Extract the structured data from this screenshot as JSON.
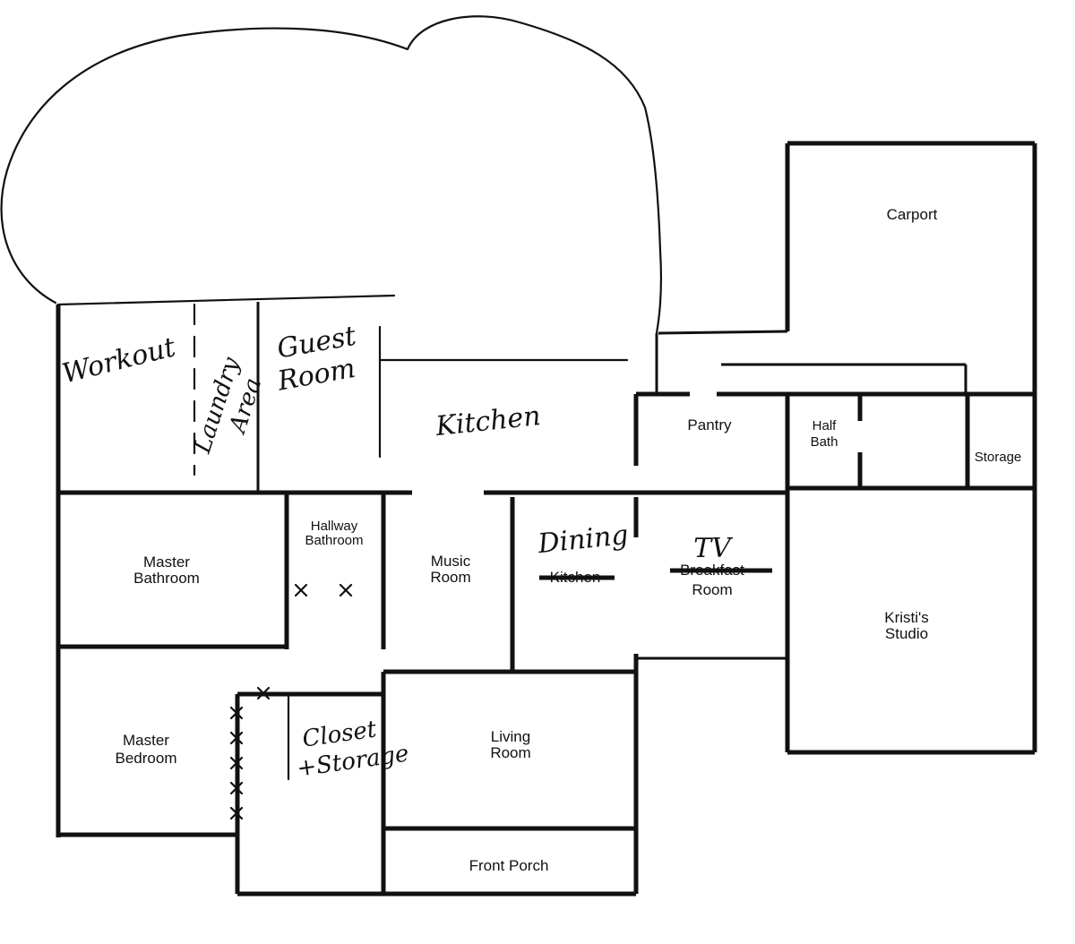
{
  "printed_labels": {
    "carport": "Carport",
    "pantry": "Pantry",
    "half_bath_line1": "Half",
    "half_bath_line2": "Bath",
    "storage": "Storage",
    "hallway_bath_line1": "Hallway",
    "hallway_bath_line2": "Bathroom",
    "music_line1": "Music",
    "music_line2": "Room",
    "kitchen_struck": "Kitchen",
    "breakfast_struck": "Breakfast",
    "tv_room_suffix": "Room",
    "master_bath_line1": "Master",
    "master_bath_line2": "Bathroom",
    "studio_line1": "Kristi's",
    "studio_line2": "Studio",
    "master_bed_line1": "Master",
    "master_bed_line2": "Bedroom",
    "living_line1": "Living",
    "living_line2": "Room",
    "front_porch": "Front Porch"
  },
  "handwritten_labels": {
    "workout": "Workout",
    "laundry_line1": "Laundry",
    "laundry_line2": "Area",
    "guest_line1": "Guest",
    "guest_line2": "Room",
    "kitchen": "Kitchen",
    "dining": "Dining",
    "tv": "TV",
    "closet_line1": "Closet",
    "closet_line2": "+Storage"
  }
}
